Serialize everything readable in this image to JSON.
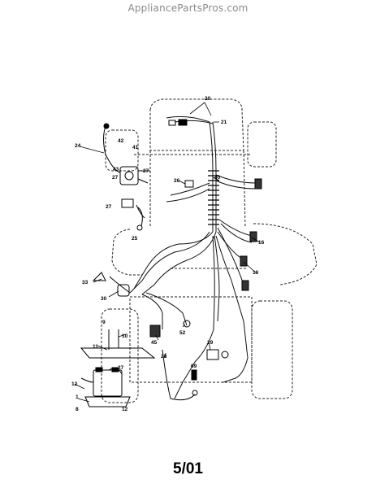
{
  "watermark": "AppliancePartsPros.com",
  "footer_date": "5/01",
  "callouts": {
    "c1": "1",
    "c8": "8",
    "c9": "9",
    "c10": "10",
    "c11": "11",
    "c12a": "12",
    "c12b": "12",
    "c16a": "16",
    "c16b": "16",
    "c20": "20",
    "c21": "21",
    "c24": "24",
    "c25": "25",
    "c26": "26",
    "c27a": "27",
    "c27b": "27",
    "c27c": "27",
    "c28": "28",
    "c29": "29",
    "c30": "30",
    "c33": "33",
    "c40": "40",
    "c41": "41",
    "c42": "42",
    "c43": "43",
    "c45": "45",
    "c52": "52",
    "c69": "69"
  }
}
